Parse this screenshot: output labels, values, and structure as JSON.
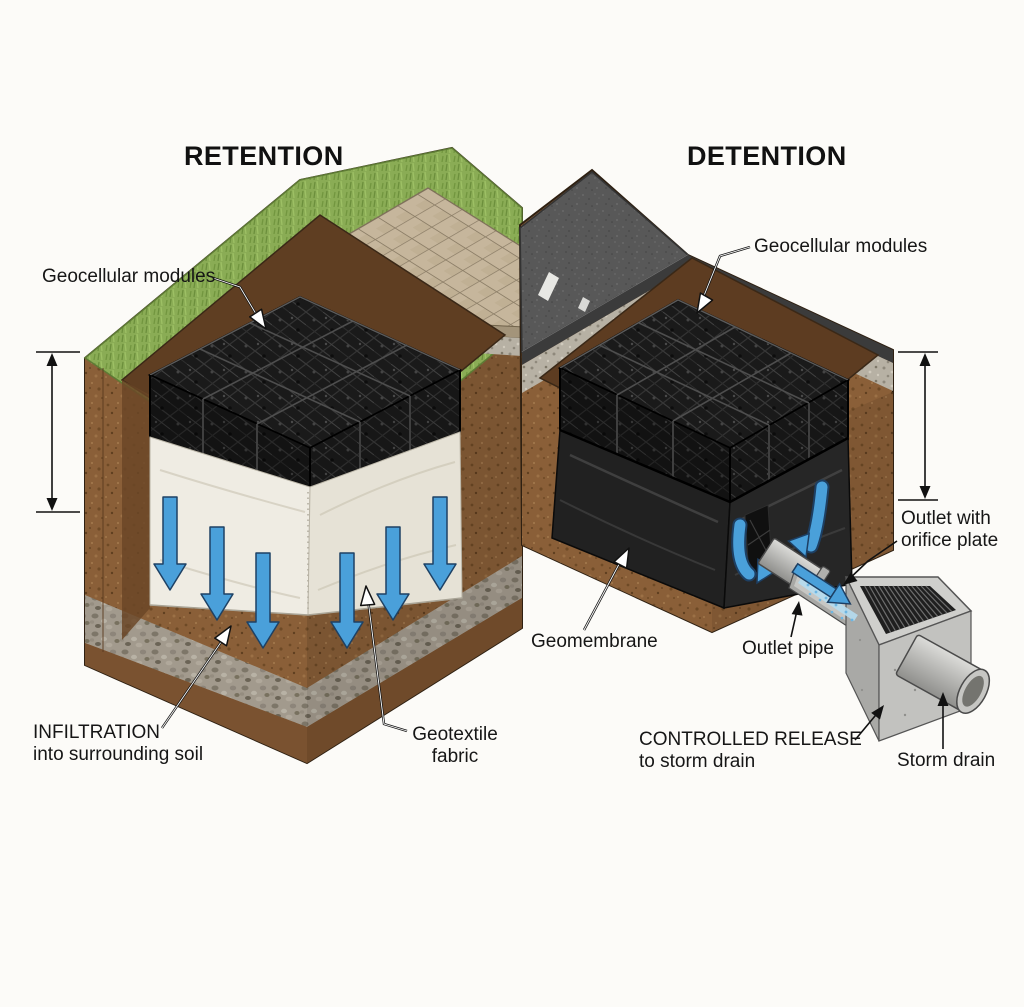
{
  "diagram": {
    "left": {
      "title": "RETENTION",
      "labels": {
        "geocellular": "Geocellular modules",
        "infiltration_line1": "INFILTRATION",
        "infiltration_line2": "into surrounding soil",
        "geotextile_line1": "Geotextile",
        "geotextile_line2": "fabric"
      }
    },
    "right": {
      "title": "DETENTION",
      "labels": {
        "geocellular": "Geocellular modules",
        "outlet_orifice_line1": "Outlet with",
        "outlet_orifice_line2": "orifice plate",
        "geomembrane": "Geomembrane",
        "outlet_pipe": "Outlet pipe",
        "controlled_release_line1": "CONTROLLED RELEASE",
        "controlled_release_line2": "to storm drain",
        "storm_drain": "Storm drain"
      }
    },
    "colors": {
      "water_arrow_blue": "#4AA0DA",
      "grass_green": "#8AAC55",
      "soil_brown": "#8A5F38",
      "gravel_gray": "#A29A8D",
      "paver_tan": "#C6B69C",
      "asphalt_gray": "#585858",
      "module_black": "#1A1A1A",
      "geotextile_white": "#EFECE3",
      "geomembrane_black": "#212121",
      "concrete_gray": "#CFCFCC"
    }
  }
}
